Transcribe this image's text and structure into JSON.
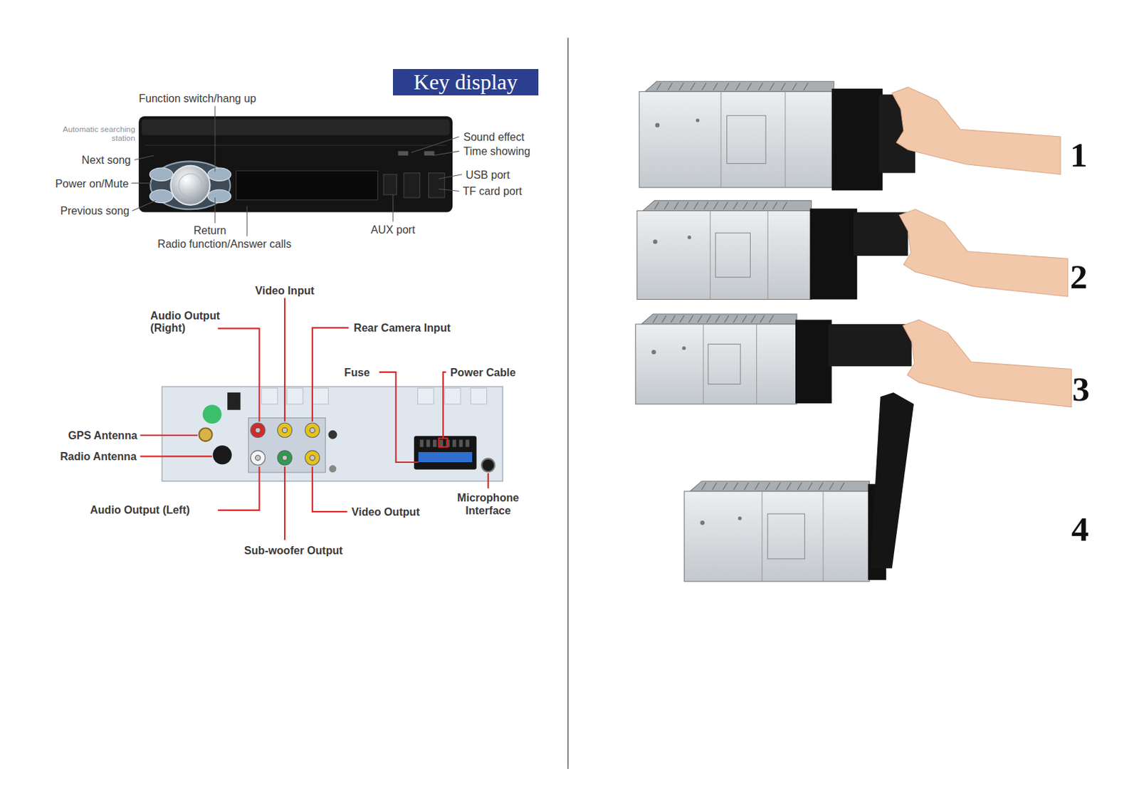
{
  "diagram": {
    "title": "Key display",
    "labels": [
      "Function switch/hang up",
      "Automatic searching station",
      "Next song",
      "Power on/Mute",
      "Previous song",
      "Return",
      "Radio function/Answer calls",
      "AUX port",
      "Sound effect",
      "Time showing",
      "USB port",
      "TF card port",
      "Video Input",
      "Audio Output (Right)",
      "Rear Camera Input",
      "Fuse",
      "Power Cable",
      "GPS Antenna",
      "Radio Antenna",
      "Audio Output (Left)",
      "Video Output",
      "Microphone Interface",
      "Sub-woofer Output",
      "1",
      "2",
      "3",
      "4"
    ]
  }
}
